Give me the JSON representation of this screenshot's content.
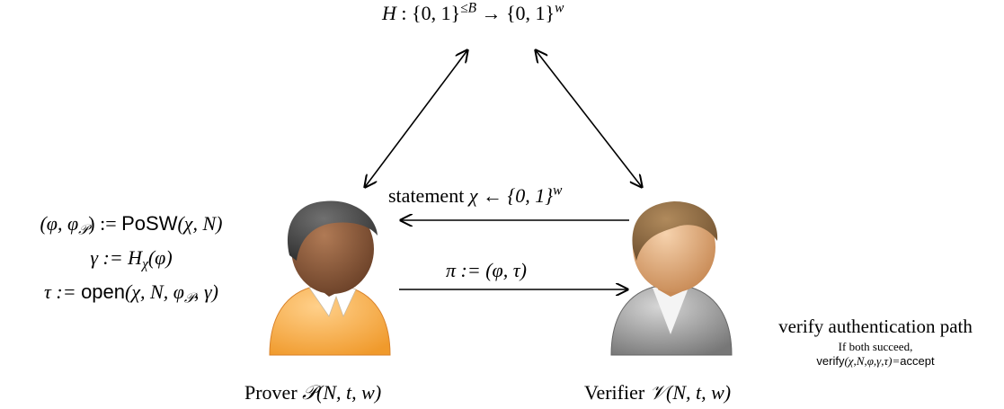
{
  "oracle": {
    "H": "H",
    "colon": " : ",
    "domain": "{0, 1}",
    "domain_sup": "≤B",
    "arrow": " → ",
    "codomain": "{0, 1}",
    "codomain_sup": "w"
  },
  "prover_steps": {
    "line1": {
      "lhs": "(φ, φ",
      "lhs_sub": "𝒫",
      "lhs_close": ") := ",
      "func": "PoSW",
      "args": "(χ, N)"
    },
    "line2": {
      "lhs": "γ := H",
      "sub": "χ",
      "args": "(φ)"
    },
    "line3": {
      "lhs": "τ := ",
      "func": "open",
      "args_a": "(χ, N, φ",
      "args_sub": "𝒫",
      "args_b": ", γ)"
    }
  },
  "statement": {
    "word": "statement ",
    "expr": "χ ← {0, 1}",
    "sup": "w"
  },
  "proof": {
    "expr": "π := (φ, τ)"
  },
  "prover_label": {
    "word": "Prover ",
    "symbol": "𝒫",
    "args": "(N, t, w)"
  },
  "verifier_label": {
    "word": "Verifier ",
    "symbol": "𝒱",
    "args": "(N, t, w)"
  },
  "verifier_notes": {
    "title": "verify authentication path",
    "line1": "If both succeed,",
    "line2_func": "verify",
    "line2_args": "(χ,N,φ,γ,τ)=",
    "line2_result": "accept"
  },
  "colors": {
    "prover_shirt": "#f7a840",
    "prover_skin": "#8a5a3c",
    "prover_hair": "#4a4a4a",
    "verifier_shirt": "#8c8c8c",
    "verifier_skin": "#d9a070",
    "verifier_hair": "#8c6a44"
  }
}
